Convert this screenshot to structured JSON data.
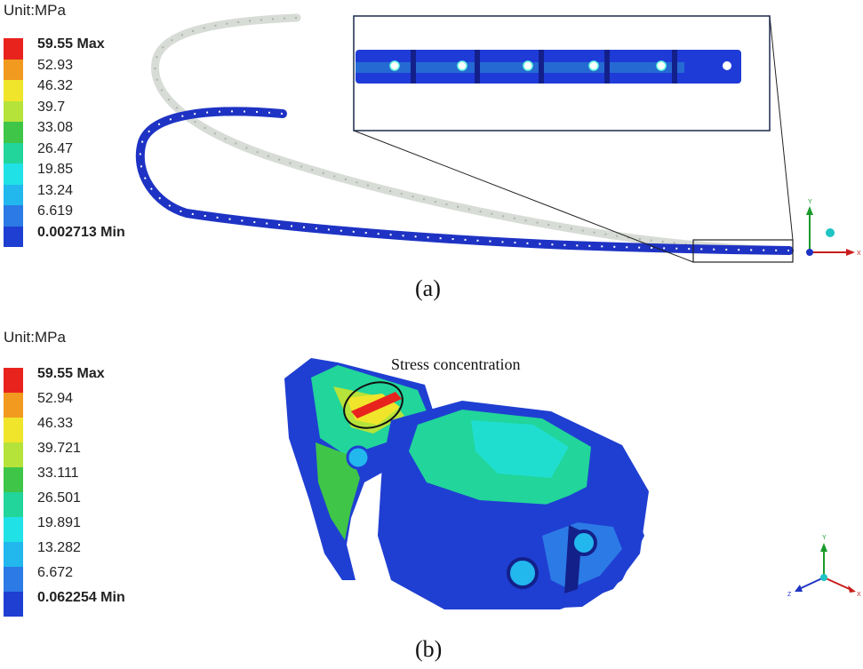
{
  "panel_a": {
    "unit": "Unit:MPa",
    "caption": "(a)",
    "legend": [
      {
        "label": "59.55 Max",
        "color": "#e8231e",
        "bold": true
      },
      {
        "label": "52.93",
        "color": "#f19a1f",
        "bold": false
      },
      {
        "label": "46.32",
        "color": "#f0e52a",
        "bold": false
      },
      {
        "label": "39.7",
        "color": "#b6e33a",
        "bold": false
      },
      {
        "label": "33.08",
        "color": "#3fc548",
        "bold": false
      },
      {
        "label": "26.47",
        "color": "#22d59a",
        "bold": false
      },
      {
        "label": "19.85",
        "color": "#1fe1e6",
        "bold": false
      },
      {
        "label": "13.24",
        "color": "#22b8ee",
        "bold": false
      },
      {
        "label": "6.619",
        "color": "#2c7ae6",
        "bold": false
      },
      {
        "label": "0.002713 Min",
        "color": "#1f3fd2",
        "bold": true
      }
    ],
    "axes": {
      "y": "Y",
      "x": "X"
    }
  },
  "panel_b": {
    "unit": "Unit:MPa",
    "caption": "(b)",
    "annotation": "Stress concentration",
    "legend": [
      {
        "label": "59.55 Max",
        "color": "#e8231e",
        "bold": true
      },
      {
        "label": "52.94",
        "color": "#f19a1f",
        "bold": false
      },
      {
        "label": "46.33",
        "color": "#f0e52a",
        "bold": false
      },
      {
        "label": "39.721",
        "color": "#b6e33a",
        "bold": false
      },
      {
        "label": "33.111",
        "color": "#3fc548",
        "bold": false
      },
      {
        "label": "26.501",
        "color": "#22d59a",
        "bold": false
      },
      {
        "label": "19.891",
        "color": "#1fe1e6",
        "bold": false
      },
      {
        "label": "13.282",
        "color": "#22b8ee",
        "bold": false
      },
      {
        "label": "6.672",
        "color": "#2c7ae6",
        "bold": false
      },
      {
        "label": "0.062254 Min",
        "color": "#1f3fd2",
        "bold": true
      }
    ],
    "axes": {
      "y": "Y",
      "x": "X",
      "z": "Z"
    }
  }
}
